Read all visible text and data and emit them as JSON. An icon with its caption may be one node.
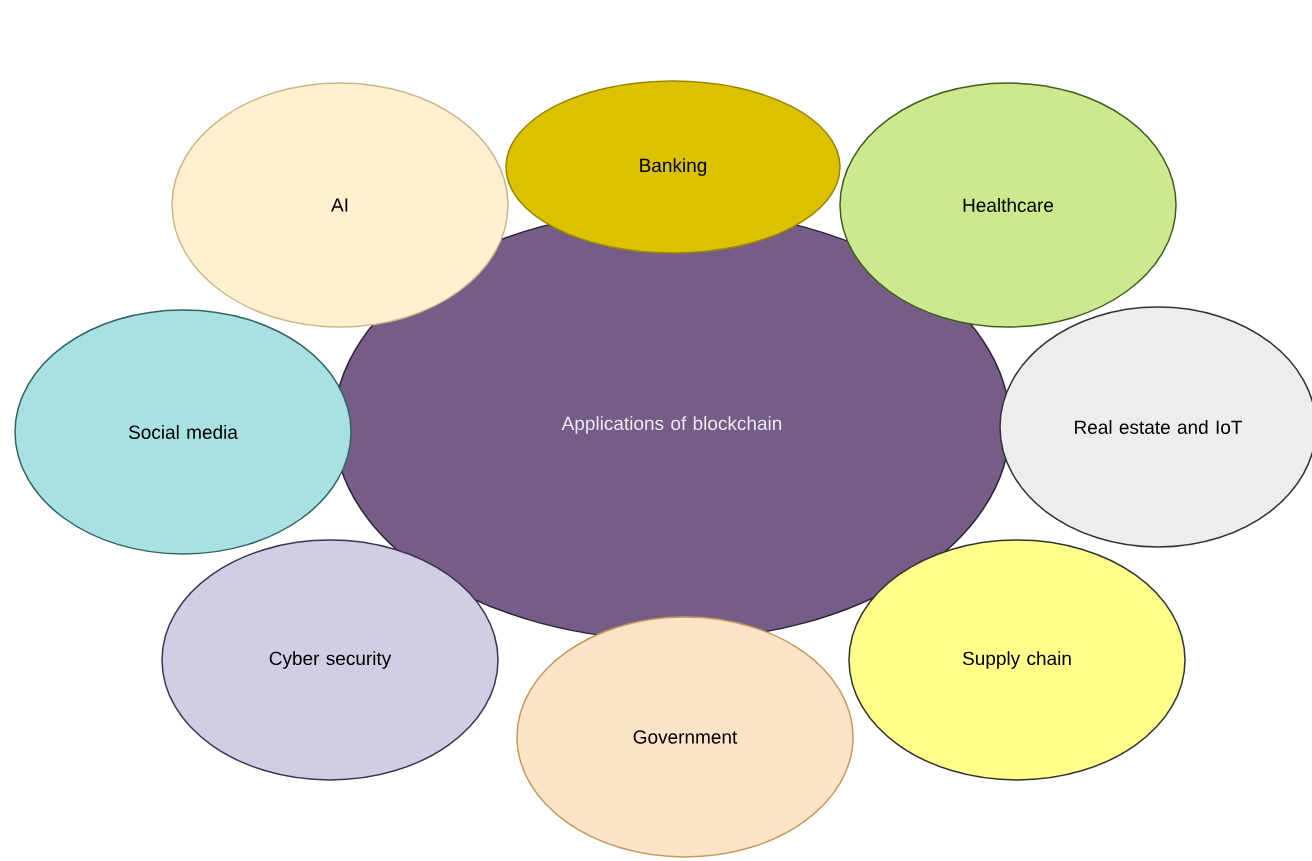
{
  "diagram": {
    "nodes": [
      {
        "text": [
          "Applications of blockchain"
        ]
      },
      {
        "text": [
          "AI"
        ]
      },
      {
        "text": [
          "Banking"
        ]
      },
      {
        "text": [
          "Healthcare"
        ]
      },
      {
        "text": [
          "Social media"
        ]
      },
      {
        "text": [
          "Real estate and IoT"
        ]
      },
      {
        "text": [
          "Cyber security"
        ]
      },
      {
        "text": [
          "Government"
        ]
      },
      {
        "text": [
          "Supply chain"
        ]
      }
    ]
  }
}
